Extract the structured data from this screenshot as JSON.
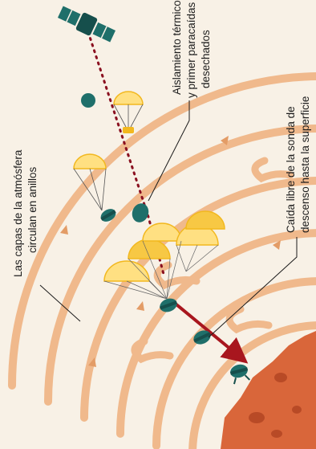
{
  "labels": {
    "rings": [
      "Las capas de la atmósfera",
      "circulan en anillos"
    ],
    "insulation": [
      "Aislamiento térmico",
      "y primer paracaídas",
      "desechados"
    ],
    "freefall": [
      "Caída libre de la sonda de",
      "descenso hasta la superficie"
    ]
  },
  "colors": {
    "ring": "#f0b98c",
    "ring_edge": "#e39c66",
    "planet": "#d9663a",
    "planet_spot": "#b84a26",
    "probe": "#1f6f6a",
    "probe_dark": "#164f4c",
    "chute_light": "#ffe082",
    "chute_dark": "#f2b81f",
    "trajectory": "#8a1020",
    "arrow": "#a8161e",
    "text": "#1c1c1c"
  },
  "icons": [
    "satellite-icon",
    "probe-icon",
    "parachute-icon",
    "planet-surface",
    "trajectory-arrow"
  ]
}
